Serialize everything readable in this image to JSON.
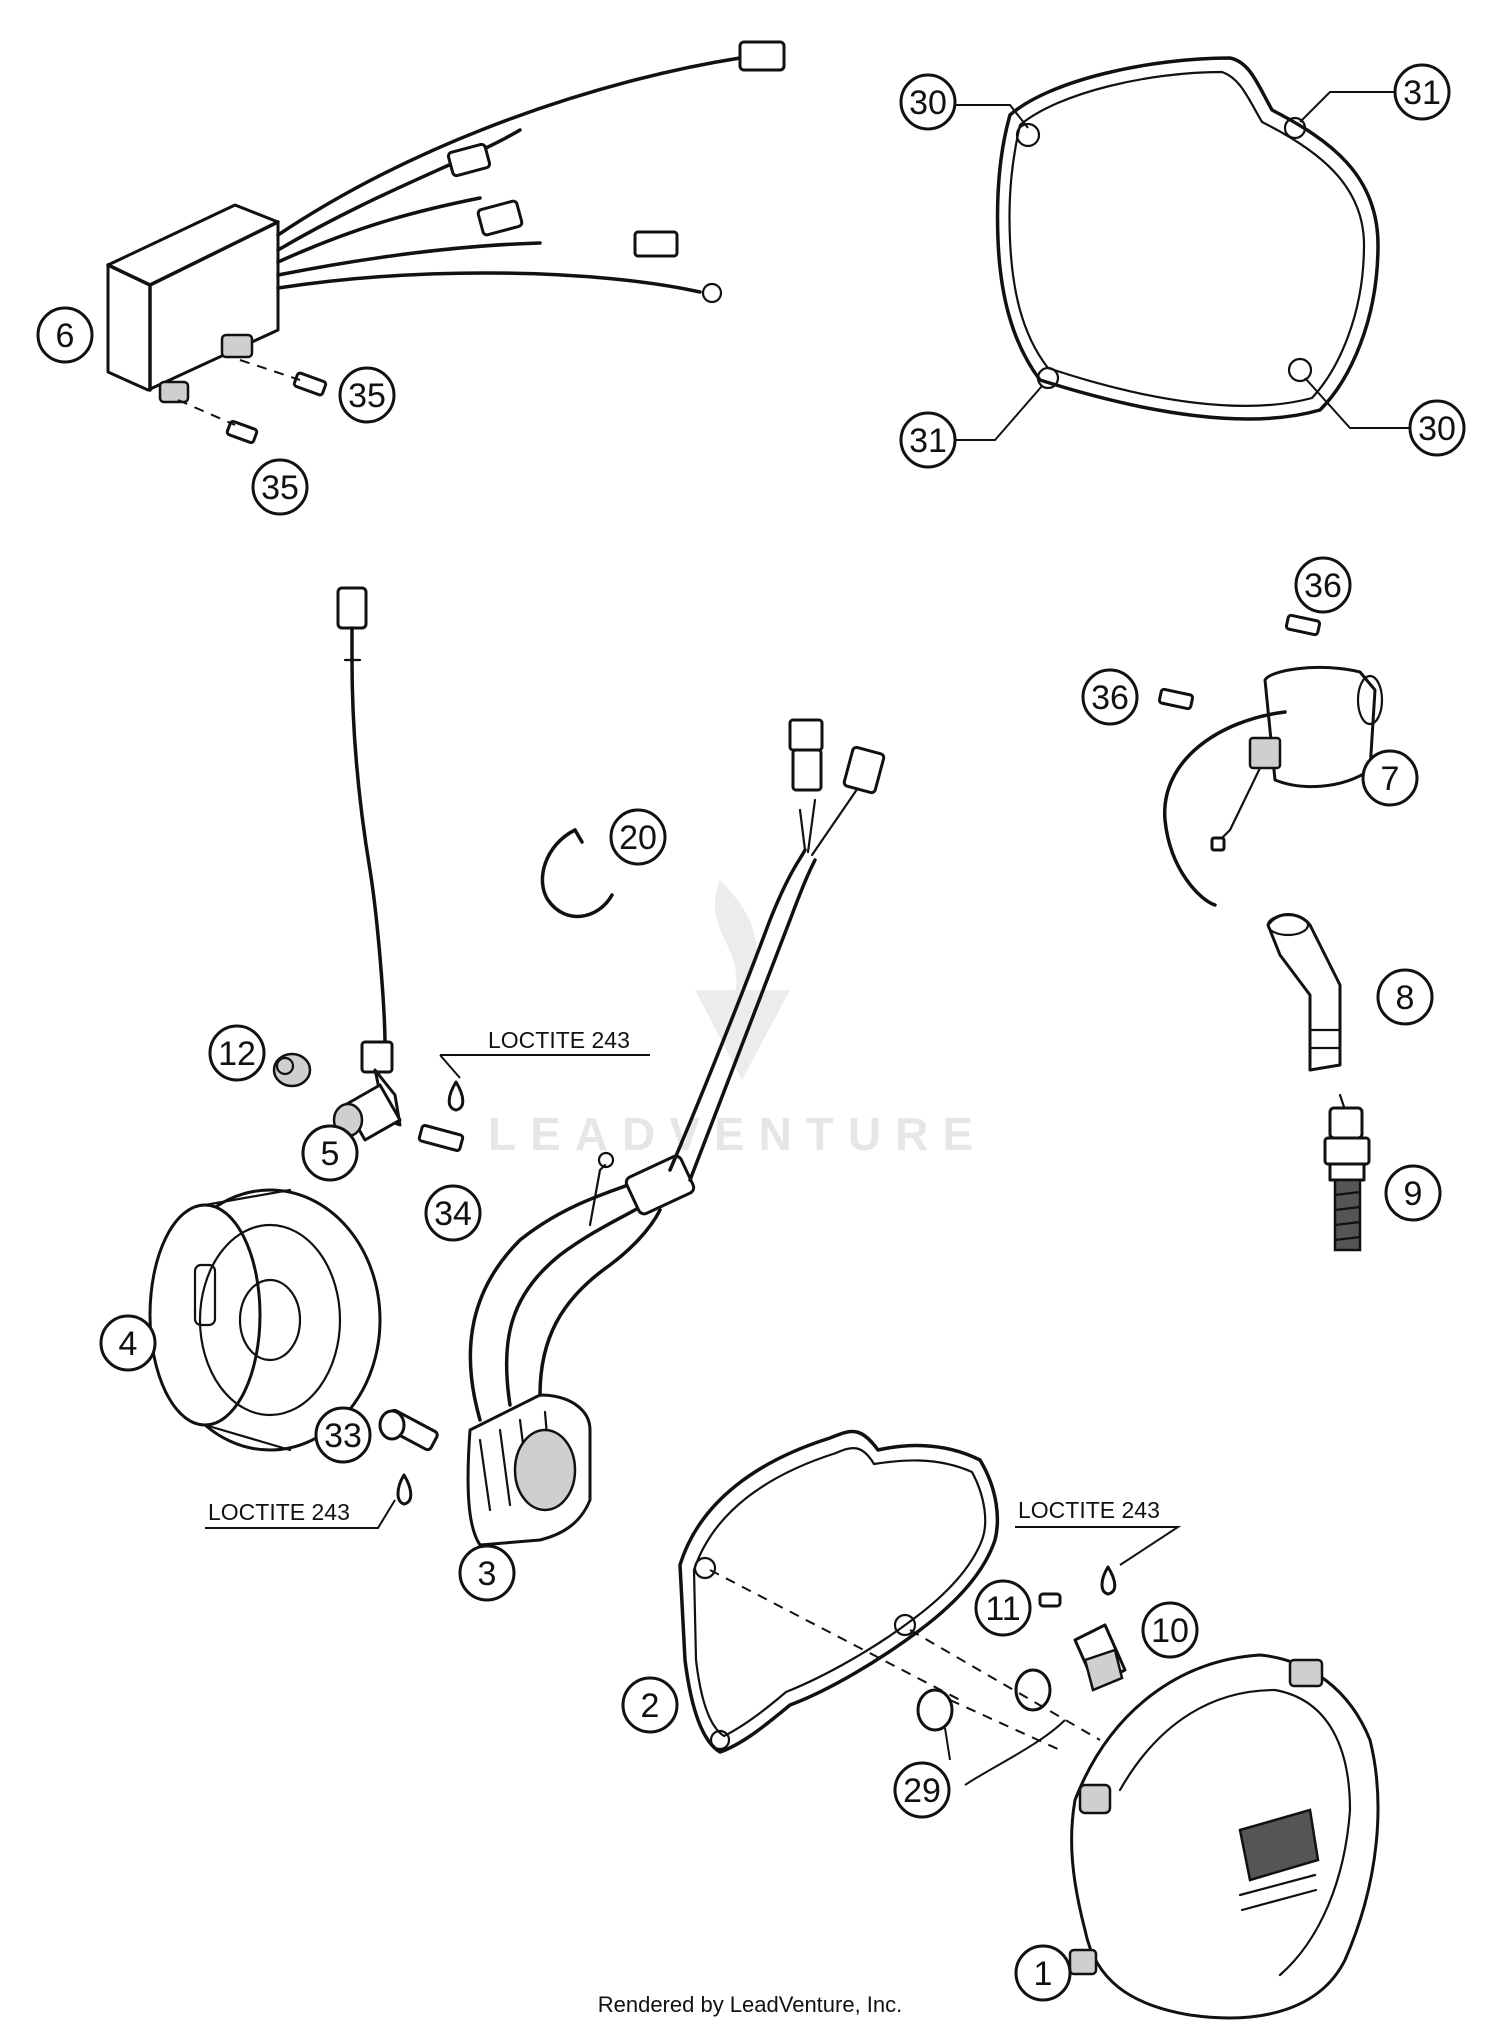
{
  "callouts": [
    {
      "id": "c30a",
      "label": "30"
    },
    {
      "id": "c31a",
      "label": "31"
    },
    {
      "id": "c31b",
      "label": "31"
    },
    {
      "id": "c30b",
      "label": "30"
    },
    {
      "id": "c6",
      "label": "6"
    },
    {
      "id": "c35a",
      "label": "35"
    },
    {
      "id": "c35b",
      "label": "35"
    },
    {
      "id": "c36a",
      "label": "36"
    },
    {
      "id": "c36b",
      "label": "36"
    },
    {
      "id": "c7",
      "label": "7"
    },
    {
      "id": "c8",
      "label": "8"
    },
    {
      "id": "c9",
      "label": "9"
    },
    {
      "id": "c20",
      "label": "20"
    },
    {
      "id": "c12",
      "label": "12"
    },
    {
      "id": "c5",
      "label": "5"
    },
    {
      "id": "c34",
      "label": "34"
    },
    {
      "id": "c4",
      "label": "4"
    },
    {
      "id": "c33",
      "label": "33"
    },
    {
      "id": "c3",
      "label": "3"
    },
    {
      "id": "c11",
      "label": "11"
    },
    {
      "id": "c10",
      "label": "10"
    },
    {
      "id": "c2",
      "label": "2"
    },
    {
      "id": "c29",
      "label": "29"
    },
    {
      "id": "c1",
      "label": "1"
    }
  ],
  "notes": {
    "loctite_top": "LOCTITE 243",
    "loctite_left": "LOCTITE 243",
    "loctite_right": "LOCTITE 243"
  },
  "watermark": {
    "text": "LEADVENTURE"
  },
  "footer": {
    "text": "Rendered by LeadVenture, Inc."
  }
}
